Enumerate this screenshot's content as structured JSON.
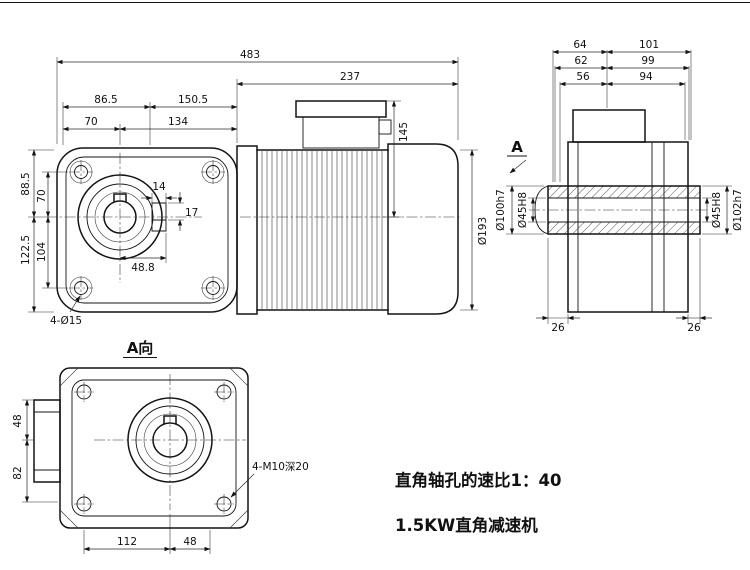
{
  "notes": {
    "ratio": "直角轴孔的速比1：40",
    "model": "1.5KW直角减速机"
  },
  "front_view": {
    "dims": {
      "total_length": "483",
      "motor_length": "237",
      "top_a": "86.5",
      "top_b": "150.5",
      "top_c": "70",
      "top_d": "134",
      "box_height": "145",
      "motor_dia": "Ø193",
      "left_top": "88.5",
      "left_hole_top": "70",
      "left_bottom": "122.5",
      "left_hole_bottom": "104",
      "key_w": "14",
      "key_h": "17",
      "center_offset": "48.8",
      "mount_holes": "4-Ø15"
    }
  },
  "side_view": {
    "section_label": "A",
    "dims": {
      "row1_left": "64",
      "row1_right": "101",
      "row2_left": "62",
      "row2_right": "99",
      "row3_left": "56",
      "row3_right": "94",
      "left_outer": "Ø100h7",
      "left_bore": "Ø45H8",
      "right_bore": "Ø45H8",
      "right_outer": "Ø102h7",
      "left_offset": "26",
      "right_offset": "26"
    }
  },
  "a_view": {
    "title": "A向",
    "dims": {
      "v_top": "48",
      "v_bottom": "82",
      "h_left": "112",
      "h_right": "48",
      "tapped_holes": "4-M10深20"
    }
  }
}
